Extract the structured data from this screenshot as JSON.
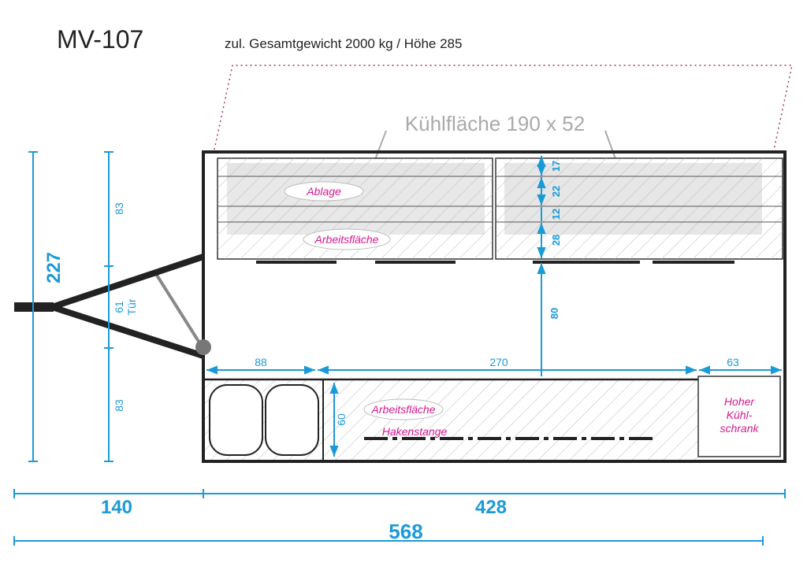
{
  "title": "MV-107",
  "subtitle": "zul. Gesamtgewicht 2000 kg / Höhe 285",
  "cooling_area_label": "Kühlfläche 190 x 52",
  "labels": {
    "ablage": "Ablage",
    "arbeitsflaeche_top": "Arbeitsfläche",
    "arbeitsflaeche_bottom": "Arbeitsfläche",
    "hakenstange": "Hakenstange",
    "fridge_line1": "Hoher",
    "fridge_line2": "Kühl-",
    "fridge_line3": "schrank",
    "door": "Tür"
  },
  "dimensions": {
    "total_height": "227",
    "left_top": "83",
    "left_door": "61",
    "left_bottom": "83",
    "shelf_1": "17",
    "shelf_2": "22",
    "shelf_3": "12",
    "shelf_4": "28",
    "aisle": "80",
    "sink_width": "88",
    "counter_width": "270",
    "fridge_width": "63",
    "counter_depth": "60",
    "drawbar": "140",
    "body_length": "428",
    "total_length": "568"
  },
  "colors": {
    "dimension": "#1b9ad8",
    "label": "#d6178e",
    "outline": "#222222",
    "roof": "#b0306e"
  }
}
